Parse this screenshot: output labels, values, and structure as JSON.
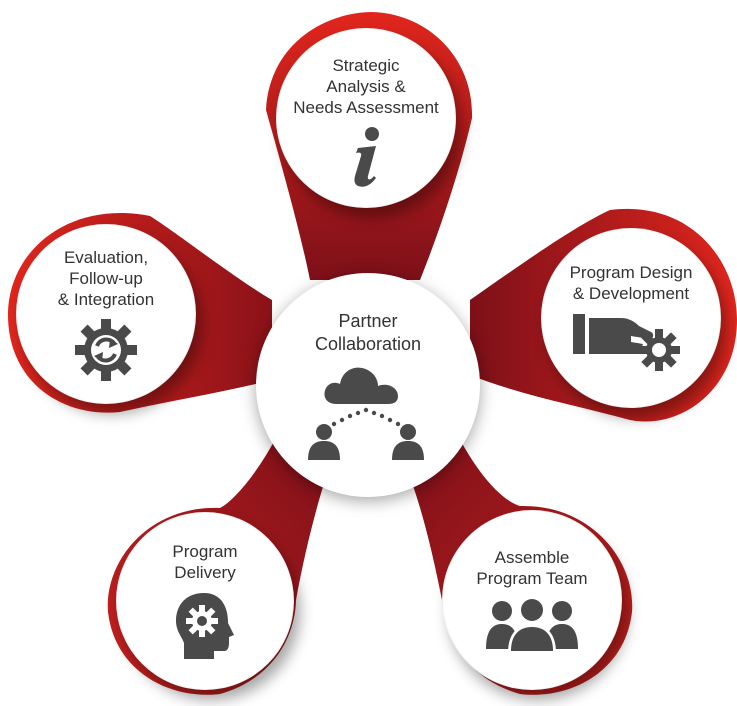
{
  "diagram": {
    "colors": {
      "petal_dark": "#7d1019",
      "petal_mid": "#b31e24",
      "petal_bright": "#e0261d",
      "icon_gray": "#4a4a4a",
      "text": "#333333"
    },
    "center": {
      "label": "Partner\nCollaboration",
      "icon": "cloud-network-people-icon"
    },
    "nodes": {
      "top": {
        "label": "Strategic\nAnalysis &\nNeeds Assessment",
        "icon": "info-icon"
      },
      "right": {
        "label": "Program Design\n& Development",
        "icon": "hand-gear-icon"
      },
      "bottom_right": {
        "label": "Assemble\nProgram Team",
        "icon": "team-icon"
      },
      "bottom_left": {
        "label": "Program\nDelivery",
        "icon": "head-gear-icon"
      },
      "left": {
        "label": "Evaluation,\nFollow-up\n& Integration",
        "icon": "cycle-gear-icon"
      }
    }
  }
}
